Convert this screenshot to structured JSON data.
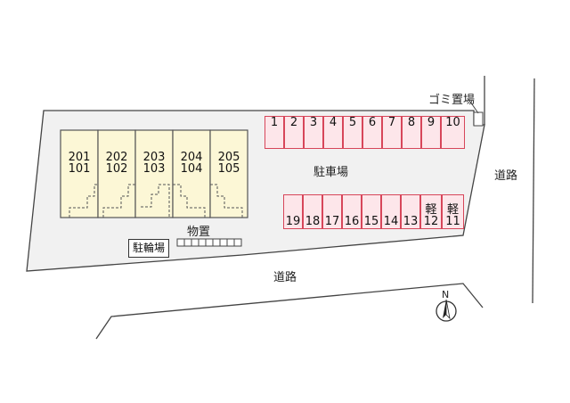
{
  "roads": {
    "east": "道路",
    "south": "道路"
  },
  "parking": {
    "label": "駐車場",
    "top_row": [
      "1",
      "2",
      "3",
      "4",
      "5",
      "6",
      "7",
      "8",
      "9",
      "10"
    ],
    "bottom_row": [
      {
        "num": "19",
        "kei": ""
      },
      {
        "num": "18",
        "kei": ""
      },
      {
        "num": "17",
        "kei": ""
      },
      {
        "num": "16",
        "kei": ""
      },
      {
        "num": "15",
        "kei": ""
      },
      {
        "num": "14",
        "kei": ""
      },
      {
        "num": "13",
        "kei": ""
      },
      {
        "num": "12",
        "kei": "軽"
      },
      {
        "num": "11",
        "kei": "軽"
      }
    ]
  },
  "building": {
    "units": [
      {
        "upper": "201",
        "lower": "101"
      },
      {
        "upper": "202",
        "lower": "102"
      },
      {
        "upper": "203",
        "lower": "103"
      },
      {
        "upper": "204",
        "lower": "104"
      },
      {
        "upper": "205",
        "lower": "105"
      }
    ],
    "color": "#fcf7d6"
  },
  "facilities": {
    "garbage": "ゴミ置場",
    "bicycle": "駐輪場",
    "storage": "物置"
  },
  "compass": {
    "label": "N"
  }
}
